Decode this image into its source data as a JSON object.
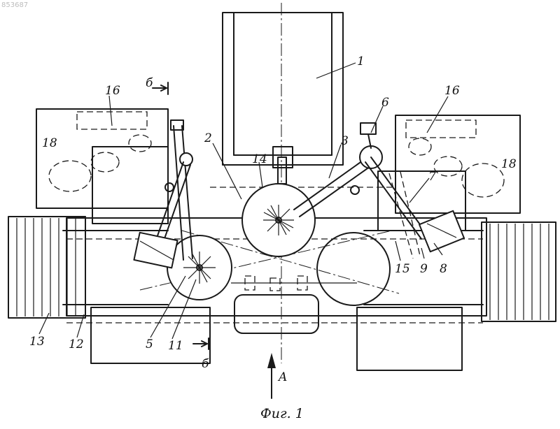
{
  "watermark": "853687",
  "caption": "Фиг. 1",
  "view_label": "A",
  "section_label": "б",
  "parts": {
    "p1": "1",
    "p2": "2",
    "p3": "3",
    "p5": "5",
    "p6": "6",
    "p7": "7",
    "p8": "8",
    "p9": "9",
    "p11": "11",
    "p12": "12",
    "p13": "13",
    "p14": "14",
    "p15": "15",
    "p16": "16",
    "p18": "18"
  }
}
